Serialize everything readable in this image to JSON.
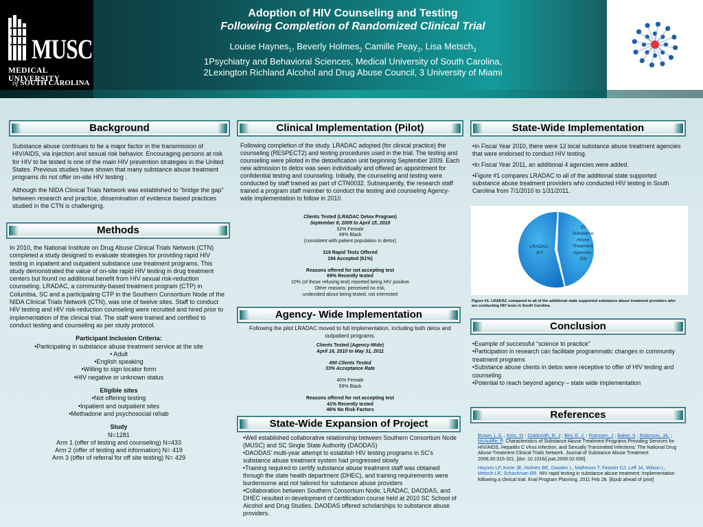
{
  "header": {
    "title_line1": "Adoption of HIV Counseling and Testing",
    "title_line2": "Following Completion of Randomized Clinical Trial",
    "authors": [
      {
        "name": "Louise Haynes",
        "sup": "1"
      },
      {
        "name": "Beverly Holmes",
        "sup": "2"
      },
      {
        "name": "Camille Peay",
        "sup": "2"
      },
      {
        "name": "Lisa Metsch",
        "sup": "3"
      }
    ],
    "affiliation_line1": "1Psychiatry and Behavioral Sciences, Medical University of South Carolina,",
    "affiliation_line2": "2Lexington Richland Alcohol and Drug Abuse Council, 3 University of Miami"
  },
  "logo": {
    "musc": "MUSC",
    "medical_university": "MEDICAL UNIVERSITY",
    "of": "of",
    "south_carolina": "SOUTH CAROLINA"
  },
  "colors": {
    "header_teal": "#149a9a",
    "chart_blue": "#1e88d8",
    "chart_light": "#2aa0e6",
    "link_blue": "#1a5fb4",
    "logo_red": "#e8323a",
    "logo_blue": "#1f5fa8"
  },
  "background": {
    "heading": "Background",
    "p1": "Substance abuse continues to be a major factor in the transmission of HIV/AIDS, via injection and sexual risk behavior. Encouraging persons at risk for HIV to be tested is one of the main HIV prevention strategies in the United States. Previous studies have shown that   many substance abuse treatment programs do not offer on-site HIV testing .",
    "p2": "Although the NIDA Clinical Trials Network was established to “bridge the gap” between research and practice, dissemination of evidence based practices studied in the CTN is challenging."
  },
  "methods": {
    "heading": "Methods",
    "p1": "In 2010, the National Institute on Drug Abuse Clinical Trials Network (CTN) completed a study designed to evaluate strategies for providing rapid HIV testing in inpatient and outpatient substance use treatment programs. This study demonstrated the value of on-site rapid HIV testing in drug treatment centers but found no additional benefit from HIV sexual risk-reduction counseling. LRADAC, a community-based treatment program (CTP) in Columbia, SC and a participating CTP in the Southern Consortium Node of the NIDA Clinical Trials Network (CTN), was one of twelve sites. Staff to conduct HIV testing and HIV risk-reduction counseling were recruited and hired prior to implementation of the clinical trial. The staff were trained and certified to conduct testing and counseling as per study protocol.",
    "inclusion_title": "Participant Inclusion Criteria:",
    "inclusion_items": [
      "•Participating in substance abuse treatment service at the site",
      "• Adult",
      "•English speaking",
      "•Willing to sign locator form",
      "•HIV negative or unknown status"
    ],
    "eligible_title": "Eligible sites",
    "eligible_items": [
      "•Not offering testing",
      "•Inpatient and outpatient sites",
      "•Methadone and psychosocial rehab"
    ],
    "study_title": "Study",
    "study_items": [
      "N=1281",
      "Arm 1 (offer of testing and counseling) N=433",
      "Arm 2 (offer of testing and information) N= 419",
      "Arm 3 (offer of referral for off site testing) N= 429"
    ]
  },
  "clinical": {
    "heading": "Clinical Implementation (Pilot)",
    "p1": "Following completion of the study. LRADAC adopted (for clinical practice) the counseling (RESPECT2) and testing procedures used in the trial. The testing and counseling were piloted in  the detoxification unit beginning September 2009. Each new admission to detox  was seen individually and offered an appointment for confidential testing and counseling. Initially, the counseling and testing were conducted by staff trained as part of CTN0032. Subsequently,  the research staff  trained a program staff  member to conduct the testing and counseling  Agency-wide implementation to follow in 2010.",
    "stats_title": "Clients Tested (LRADAC Detox Program)",
    "stats_dates": "September 8, 2009 to April 15, 2010",
    "stats_lines": [
      "32% Female",
      "49% Black",
      "(consistent with patient population in detox)"
    ],
    "rapid_tests": "319 Rapid Tests Offered",
    "accepted": "194 Accepted (61%)",
    "reasons_title": "Reasons offered for not accepting test",
    "reasons_bold": "69% Recently tested",
    "reasons_lines": [
      "10% (of those refusing test) reported being HIV positive",
      "Other reasons: perceived no risk,",
      "undecided about being tested, not interested"
    ]
  },
  "agency": {
    "heading": "Agency- Wide Implementation",
    "intro": "Following the pilot LRADAC moved to full implementation, including both  detox and outpatient programs.",
    "stats_title": "Clients Tested (Agency-Wide)",
    "stats_dates": "April 16, 2010 to May 31, 2011",
    "tested": "490 Clients Tested",
    "acceptance": "33% Acceptance Rate",
    "female": "40% Female",
    "black": "59% Black",
    "reasons_title": "Reasons offered for not accepting test",
    "reason1": "41% Recently tested",
    "reason2": "46% No Risk Factors"
  },
  "expansion": {
    "heading": "State-Wide Expansion of Project",
    "items": [
      "•Well established collaborative relationship between Southern Consortium Node (MUSC) and SC Single State Authority (DAODAS)",
      "•DAODAS’ multi-year attempt to establish HIV testing programs in SC’s substance abuse treatment system had progressed slowly",
      "•Training required to certify substance abuse treatment staff was obtained through the state health department (DHEC), and training requirements were burdensome and not tailored for substance abuse providers",
      "•Collaboration between Southern Consortium Node, LRADAC, DAODAS, and DHEC resulted in development of certification course  held at 2010 SC School of Alcohol and Drug Studies. DAODAS offered scholarships to substance abuse providers."
    ]
  },
  "statewide": {
    "heading": "State-Wide Implementation",
    "items": [
      "•In Fiscal Year 2010, there were 12 local substance abuse treatment agencies that were endorsed to conduct HIV testing.",
      "•In Fiscal Year 2011, an additional 4 agencies were added.",
      "•Figure #1 compares LRADAC to all of the additional state supported substance abuse treatment providers who conducted HIV testing in South Carolina from 7/1/2010 to 1/31/2011."
    ],
    "figure_caption": "Figure #1:  LRADAC compared to all of the additional state supported substance abuse treatment providers who are conducting HIV tests in South Carolina."
  },
  "chart_data": {
    "type": "pie",
    "title": "",
    "slices": [
      {
        "label": "LRADAC,",
        "value_label": "307",
        "value": 307
      },
      {
        "label": "15 Substance Abuse Treatment Agencies,",
        "value_label": "256",
        "value": 256
      }
    ],
    "label_lines": [
      [
        "LRADAC,",
        "307"
      ],
      [
        "15",
        "Substance",
        "Abuse",
        "Treatment",
        "Agencies,",
        "256"
      ]
    ]
  },
  "conclusion": {
    "heading": "Conclusion",
    "items": [
      "•Example of successful “science to practice”",
      "•Participation in research can facilitate programmatic changes in community treatment programs",
      "•Substance abuse clients in detox were receptive to offer of HIV testing and counseling",
      "•Potential to reach beyond agency – state wide implementation"
    ]
  },
  "references": {
    "heading": "References",
    "ref1_authors": [
      "Brown, L.S.",
      "Kritz, St",
      "Goldsmith, R. J",
      "Bini, E. J.",
      "Rotrosen, J",
      "Baker, S",
      "Robinson, JA.",
      "McAuliffe, P"
    ],
    "ref1_text": "Characteristics of Substance Abuse Treatment Programs Providing Services for HIV/AIDS, Hepatitis C Virus Infection, and Sexually Transmitted Infections: The National Drug Abuse Treatment Clinical Trials Network. Journal of Substance Abuse Treatment 2006;30:315-321. [doi: 10.1016/j.jsat.2006.02.006].",
    "ref2_authors": "Haynes LF, Korte JE, Holmes BE, Gooden L, Matheson T, Feaster DJ, Leff JA, Wilson L, Metsch LR, Schackman BR.",
    "ref2_text": " HIV rapid testing in substance abuse treatment: Implementation following a clinical trial. Eval Program Planning. 2011 Feb 28. [Epub ahead of print]"
  }
}
